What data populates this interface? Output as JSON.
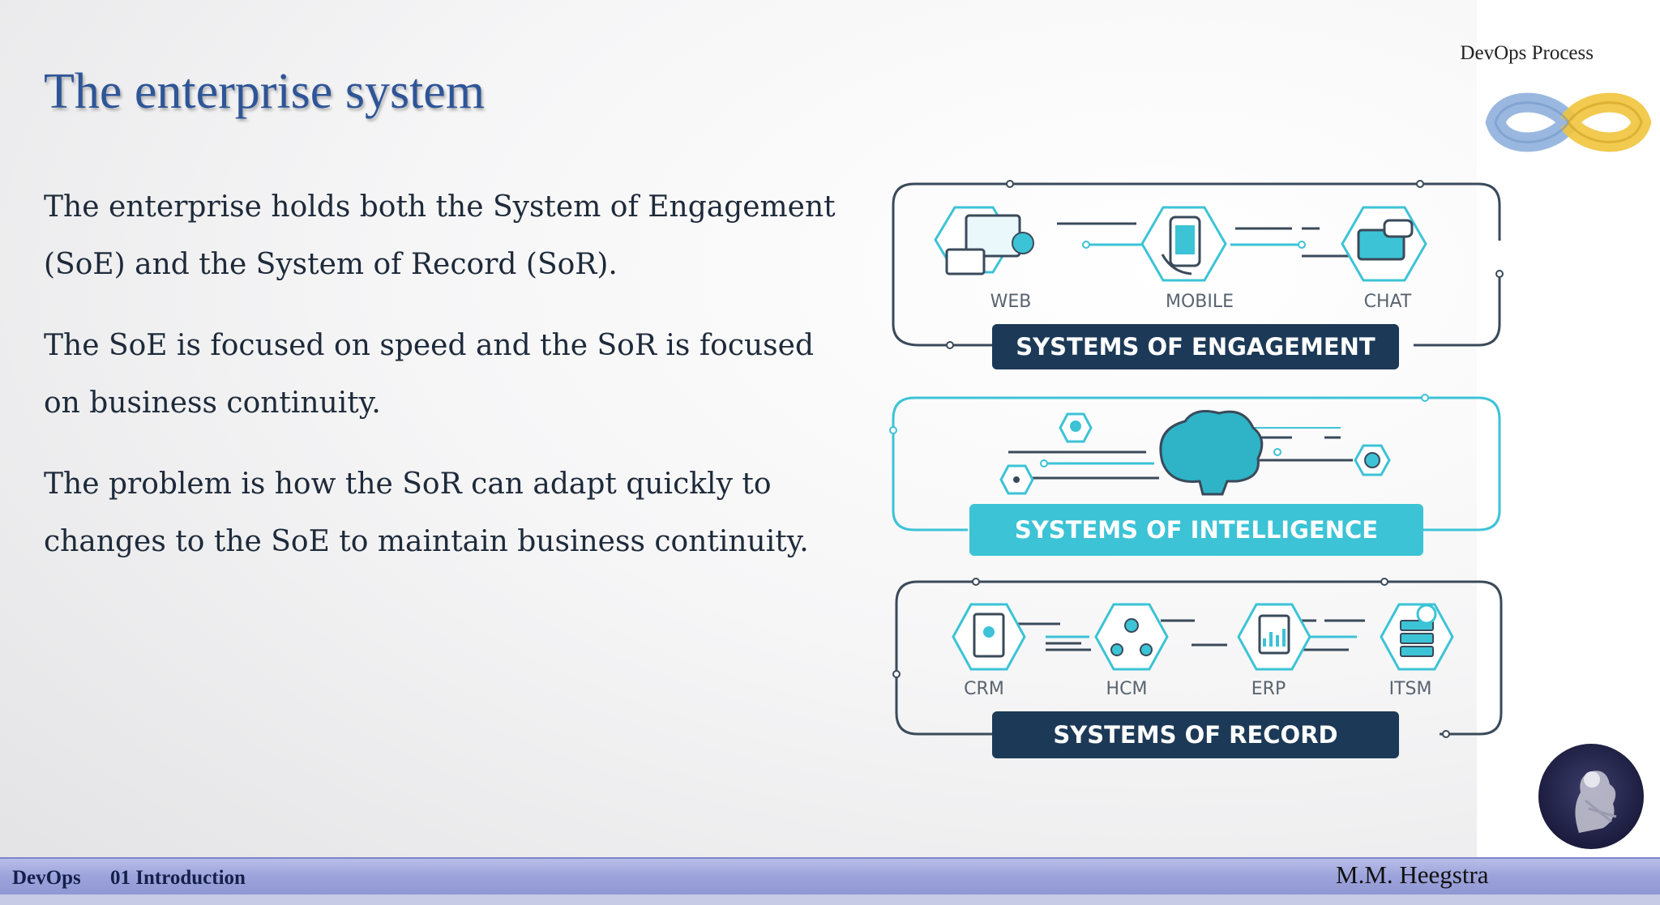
{
  "slide": {
    "title": "The enterprise system",
    "paragraphs": [
      "The enterprise holds both the System of Engagement (SoE) and the System of Record (SoR).",
      "The SoE is focused on speed and the SoR is focused on business continuity.",
      "The problem is how the SoR can adapt quickly to changes to the SoE to maintain business continuity."
    ]
  },
  "corner": {
    "label": "DevOps Process",
    "logo_icon": "infinity-loop-icon"
  },
  "diagram": {
    "engagement": {
      "items": [
        "WEB",
        "MOBILE",
        "CHAT"
      ],
      "banner": "SYSTEMS OF ENGAGEMENT"
    },
    "intelligence": {
      "banner": "SYSTEMS OF INTELLIGENCE"
    },
    "record": {
      "items": [
        "CRM",
        "HCM",
        "ERP",
        "ITSM"
      ],
      "banner": "SYSTEMS OF RECORD"
    },
    "colors": {
      "navy": "#1c3a57",
      "teal": "#3cc3d6",
      "outline": "#3a4a5a"
    }
  },
  "footer": {
    "course": "DevOps",
    "chapter": "01 Introduction",
    "author": "M.M. Heegstra"
  }
}
